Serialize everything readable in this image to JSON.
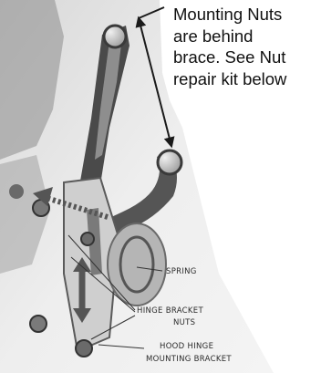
{
  "callout": {
    "lines": [
      "Mounting Nuts",
      "are behind",
      "brace. See Nut",
      "repair kit below"
    ]
  },
  "labels": {
    "spring": "SPRING",
    "hinge_bracket_nuts_1": "HINGE BRACKET",
    "hinge_bracket_nuts_2": "NUTS",
    "hood_hinge_bracket_1": "HOOD HINGE",
    "hood_hinge_bracket_2": "MOUNTING BRACKET"
  },
  "colors": {
    "annotation_arrow": "#1a1a1a",
    "photo_light": "#e6e6e6",
    "photo_dark": "#3a3a3a"
  }
}
